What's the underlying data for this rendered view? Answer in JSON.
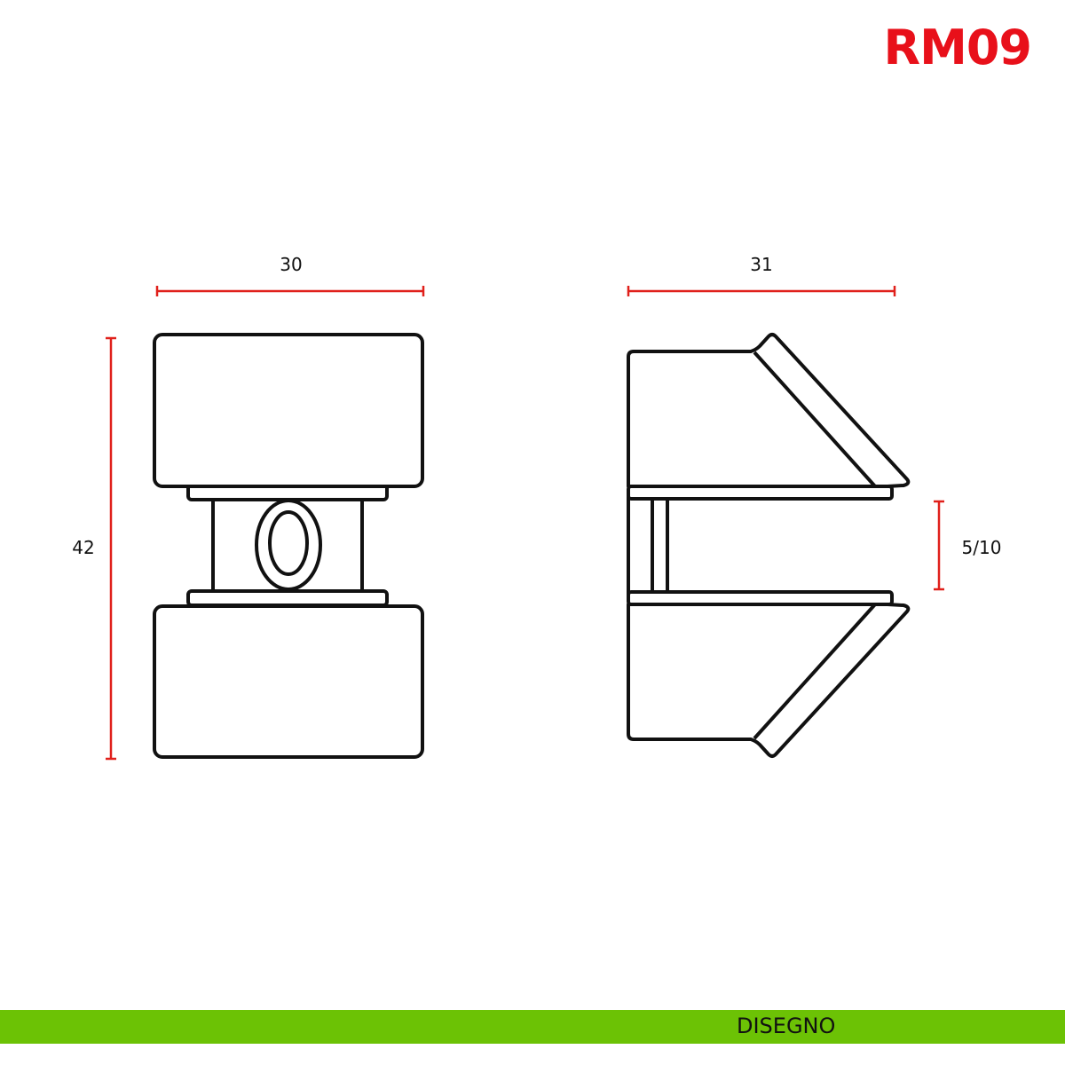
{
  "product_code": "RM09",
  "dimensions": {
    "front_width": "30",
    "height": "42",
    "side_depth": "31",
    "glass_thickness": "5/10"
  },
  "footer": {
    "label": "DISEGNO"
  },
  "colors": {
    "accent_red": "#e8101a",
    "footer_green": "#6cc205",
    "dimension_line": "#e0201b"
  }
}
